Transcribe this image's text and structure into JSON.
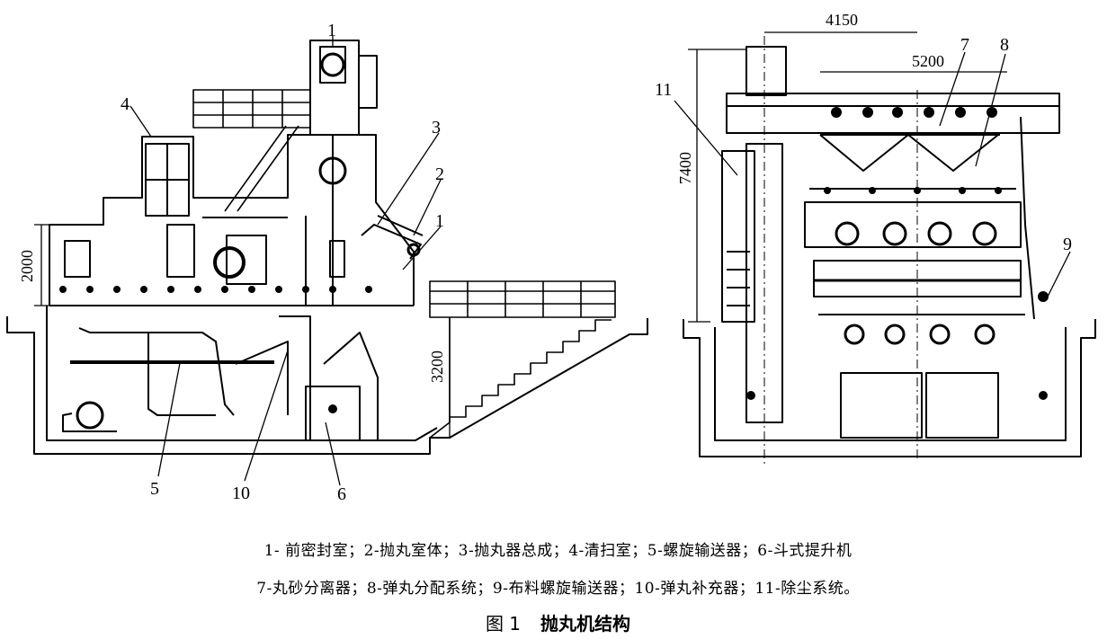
{
  "left_view": {
    "callouts": [
      "1",
      "4",
      "3",
      "2",
      "1",
      "5",
      "10",
      "6"
    ],
    "dimensions": [
      "2000",
      "3200"
    ]
  },
  "right_view": {
    "callouts": [
      "11",
      "7",
      "8",
      "9"
    ],
    "dimensions": [
      "4150",
      "5200",
      "7400"
    ]
  },
  "legend": {
    "line1": "1- 前密封室；2-抛丸室体；3-抛丸器总成；4-清扫室；5-螺旋输送器；6-斗式提升机",
    "line2": "7-丸砂分离器；8-弹丸分配系统；9-布料螺旋输送器；10-弹丸补充器；11-除尘系统。"
  },
  "caption": {
    "number": "图 1",
    "title": "抛丸机结构"
  }
}
